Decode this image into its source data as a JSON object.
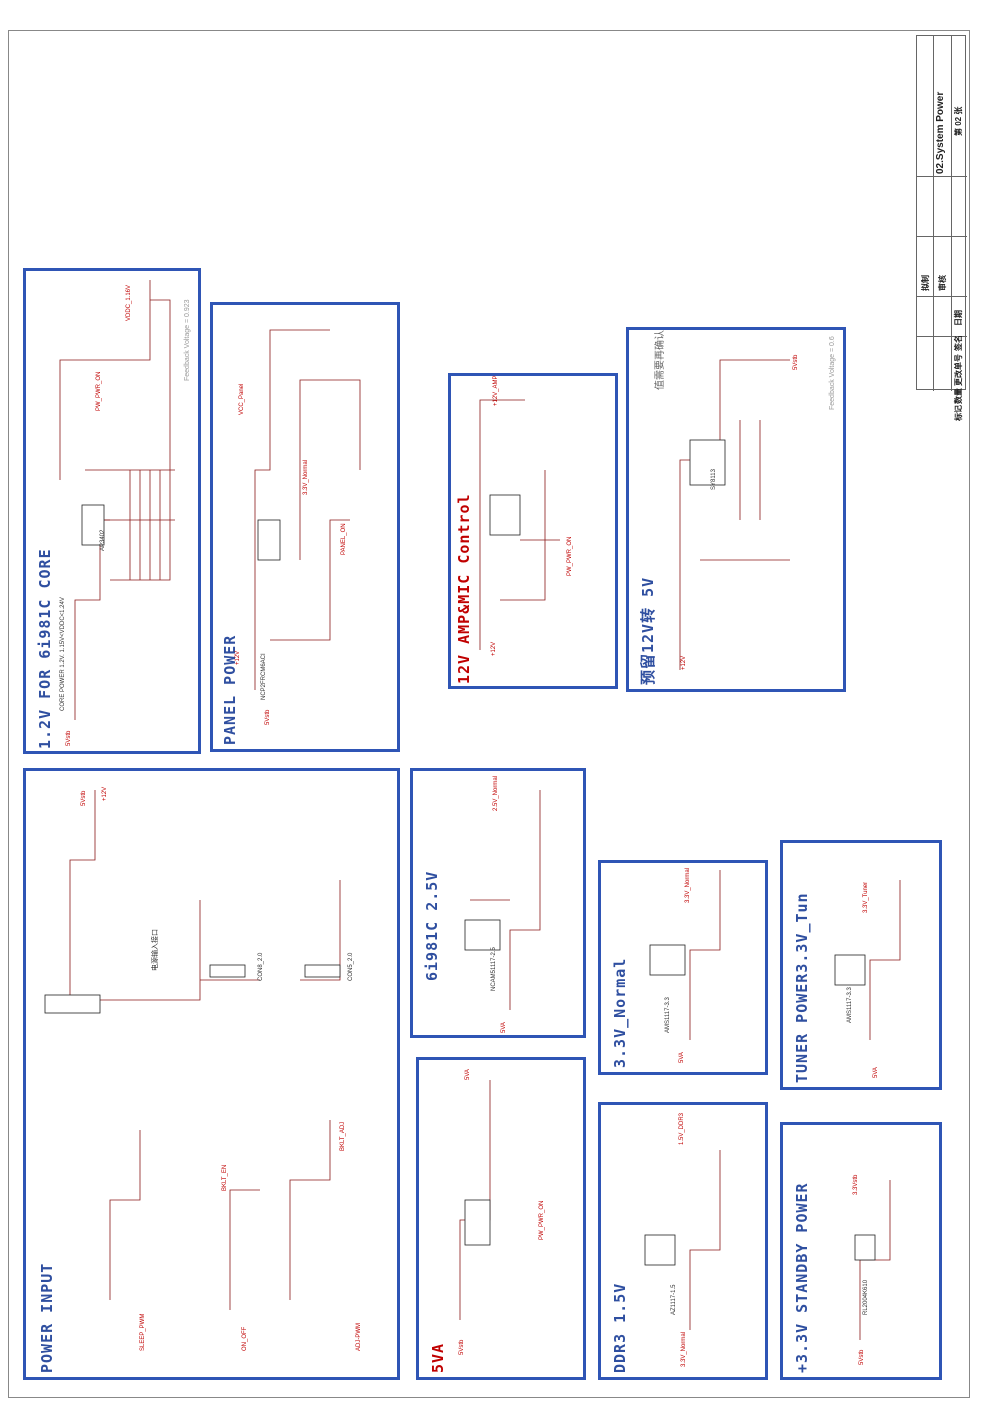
{
  "title_block": {
    "sheet_name": "02.System Power",
    "sheet_no": "第 02 张",
    "drawn": "拟制",
    "checked": "审核",
    "marker": "标记",
    "count": "数量",
    "change_doc": "更改单号",
    "sign": "签名",
    "date": "日期"
  },
  "blocks": {
    "core": {
      "title": "1.2V FOR 6i981C CORE",
      "note": "CORE POWER 1.2V. 1.15V<VDDC<1.24V",
      "feedback": "Feedback Voltage = 0.923",
      "ic": "AP3402",
      "rails": [
        "5Vstb",
        "VDDC_1.16V",
        "PW_PWR_ON"
      ]
    },
    "panel": {
      "title": "PANEL POWER",
      "ic": "NCP2FRCM6ACI",
      "rails": [
        "+12V",
        "5Vstb",
        "VCC_Panel",
        "PANEL_ON",
        "3.3V_Normal"
      ]
    },
    "amp": {
      "title": "12V AMP&MIC Control",
      "rails": [
        "+12V",
        "+12V_AMP",
        "PW_PWR_ON"
      ]
    },
    "boost": {
      "title": "预留12V转 5V",
      "note": "值需要再确认",
      "feedback": "Feedback Voltage = 0.6",
      "ic": "SY8113",
      "rails": [
        "+12V",
        "5Vstb"
      ]
    },
    "power_input": {
      "title": "POWER INPUT",
      "connector_note": "电源输入接口",
      "connectors": [
        "CON8_2.0",
        "CON5_2.0"
      ],
      "rails": [
        "5Vstb",
        "+12V",
        "SLEEP_PWM",
        "ON_OFF",
        "ADJ-PWM",
        "BKLT_EN",
        "BKLT_ADJ"
      ]
    },
    "v25": {
      "title": "6i981C 2.5V",
      "ic": "NCAM51117-2.5",
      "rails": [
        "5VA",
        "2.5V_Normal"
      ]
    },
    "v33n": {
      "title": "3.3V_Normal",
      "ic": "AMS1117-3.3",
      "rails": [
        "5VA",
        "3.3V_Normal"
      ]
    },
    "tuner": {
      "title": "TUNER POWER3.3V_Tun",
      "ic": "AMS1117-3.3",
      "rails": [
        "5VA",
        "3.3V_Tuner"
      ]
    },
    "v5a": {
      "title": "5VA",
      "rails": [
        "5Vstb",
        "5VA",
        "PW_PWR_ON"
      ]
    },
    "ddr": {
      "title": "DDR3 1.5V",
      "ic": "AZ1117-1.5",
      "rails": [
        "3.3V_Normal",
        "1.5V_DDR3"
      ]
    },
    "stby": {
      "title": "+3.3V STANDBY POWER",
      "ic": "RL2004K610",
      "rails": [
        "5Vstb",
        "3.3Vstb"
      ]
    }
  },
  "colors": {
    "frame": "#2f55b5",
    "title": "#2f4fa0",
    "wire": "#8b1a1a",
    "net": "#c00000",
    "part": "#222222"
  }
}
